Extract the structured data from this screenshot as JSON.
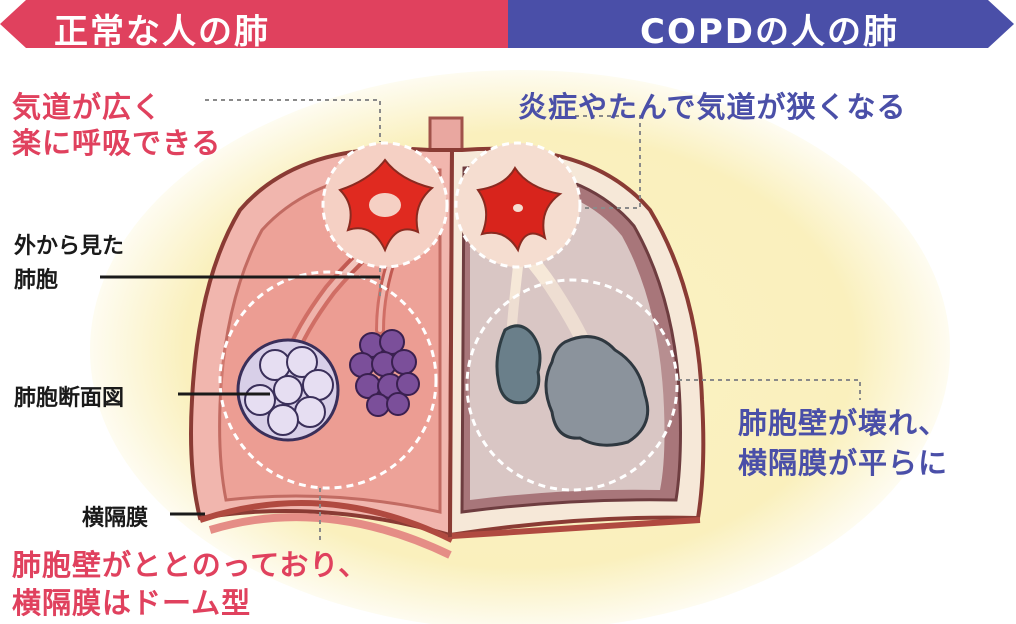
{
  "banner": {
    "left_title": "正常な人の肺",
    "right_title": "COPDの人の肺"
  },
  "labels": {
    "normal_airway_line1": "気道が広く",
    "normal_airway_line2": "楽に呼吸できる",
    "copd_airway": "炎症やたんで気道が狭くなる",
    "alveoli_outside_line1": "外から見た",
    "alveoli_outside_line2": "肺胞",
    "alveoli_section": "肺胞断面図",
    "diaphragm": "横隔膜",
    "copd_bottom_line1": "肺胞壁が壊れ、",
    "copd_bottom_line2": "横隔膜が平らに",
    "normal_bottom_line1": "肺胞壁がととのっており、",
    "normal_bottom_line2": "横隔膜はドーム型"
  },
  "colors": {
    "banner_red": "#e0415e",
    "banner_blue": "#4a4fa8",
    "normal_text": "#e0415e",
    "copd_text": "#4a4fa8"
  }
}
